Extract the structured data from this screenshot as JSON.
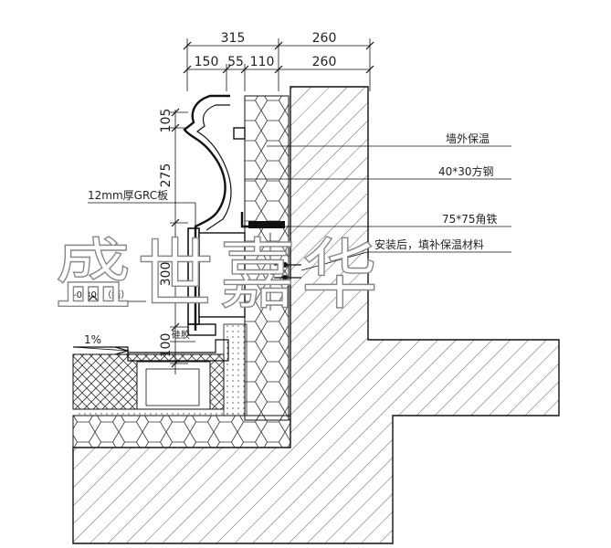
{
  "dimensions": {
    "top_row": [
      "315",
      "260"
    ],
    "second_row": [
      "150",
      "55",
      "110",
      "260"
    ],
    "vertical": [
      "105",
      "275",
      "300",
      "100"
    ]
  },
  "labels": {
    "wall_insulation": "墙外保温",
    "square_steel": "40*30方钢",
    "grc_board": "12mm厚GRC板",
    "angle_iron": "75*75角铁",
    "fill_insulation": "安装后，填补保温材料",
    "elevation": "-0.300（结）",
    "sealant": "硅胶",
    "slope": "1%"
  },
  "watermark": "盛世嘉华",
  "colors": {
    "line": "#111111",
    "watermark_stroke": "#888888",
    "background": "#ffffff"
  }
}
